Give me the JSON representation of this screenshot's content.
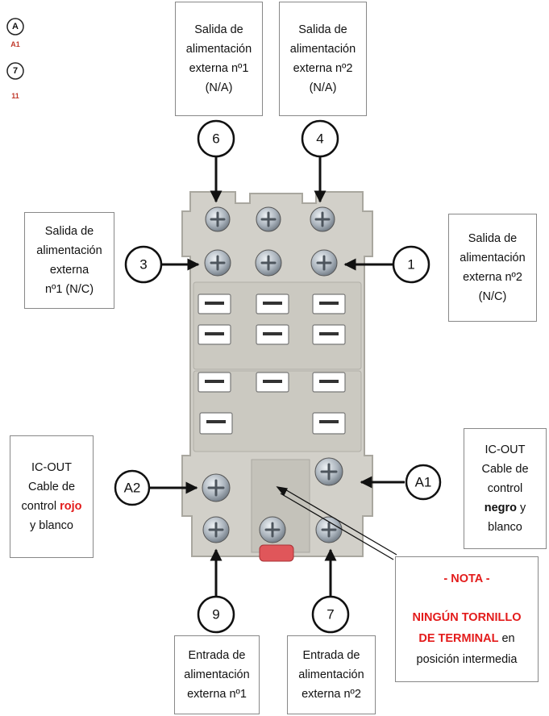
{
  "legend": {
    "items": [
      {
        "circle": "A",
        "tag": "A1"
      },
      {
        "circle": "7",
        "tag": "11"
      }
    ]
  },
  "terminals": {
    "t6": "6",
    "t4": "4",
    "t3": "3",
    "t1": "1",
    "a2": "A2",
    "a1": "A1",
    "t9": "9",
    "t7": "7"
  },
  "boxes": {
    "out1_na": [
      "Salida de",
      "alimentación",
      "externa nº1",
      "(N/A)"
    ],
    "out2_na": [
      "Salida de",
      "alimentación",
      "externa nº2",
      "(N/A)"
    ],
    "out1_nc": [
      "Salida de",
      "alimentación",
      "externa",
      "nº1 (N/C)"
    ],
    "out2_nc": [
      "Salida de",
      "alimentación",
      "externa nº2",
      "(N/C)"
    ],
    "ic_left": {
      "l1": "IC-OUT",
      "l2": "Cable de",
      "l3a": "control ",
      "l3b": "rojo",
      "l4": "y blanco"
    },
    "ic_right": {
      "l1": "IC-OUT",
      "l2": "Cable de",
      "l3": "control",
      "l4a": "negro",
      "l4b": " y",
      "l5": "blanco"
    },
    "in1": [
      "Entrada de",
      "alimentación",
      "externa nº1"
    ],
    "in2": [
      "Entrada de",
      "alimentación",
      "externa nº2"
    ],
    "note": {
      "title": "- NOTA -",
      "l1": "NINGÚN TORNILLO",
      "l2a": "DE TERMINAL",
      "l2b": " en",
      "l3": "posición intermedia"
    }
  },
  "colors": {
    "accent_red": "#e31b1b",
    "base_grey": "#d2d0c9",
    "screw_metal": "#aab3bc"
  }
}
